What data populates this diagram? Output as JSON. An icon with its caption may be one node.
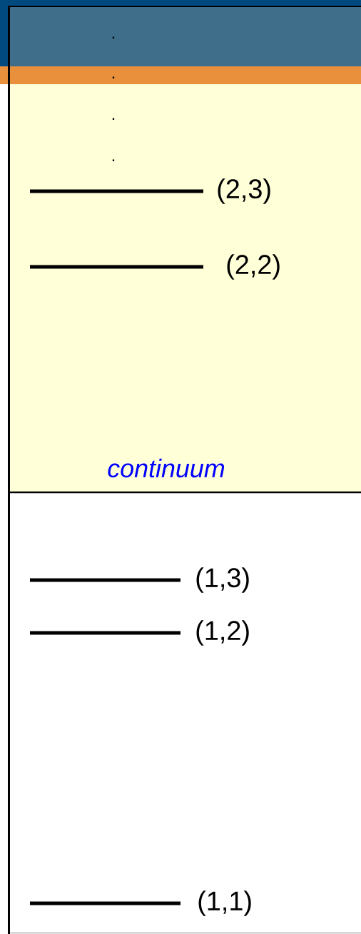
{
  "diagram": {
    "nodes": [
      {
        "text": [
          "continuum"
        ]
      }
    ],
    "labels": [
      ".",
      ".",
      ".",
      ".",
      "(2,3)",
      "(2,2)",
      "(1,3)",
      "(1,2)",
      "(1,1)"
    ]
  }
}
